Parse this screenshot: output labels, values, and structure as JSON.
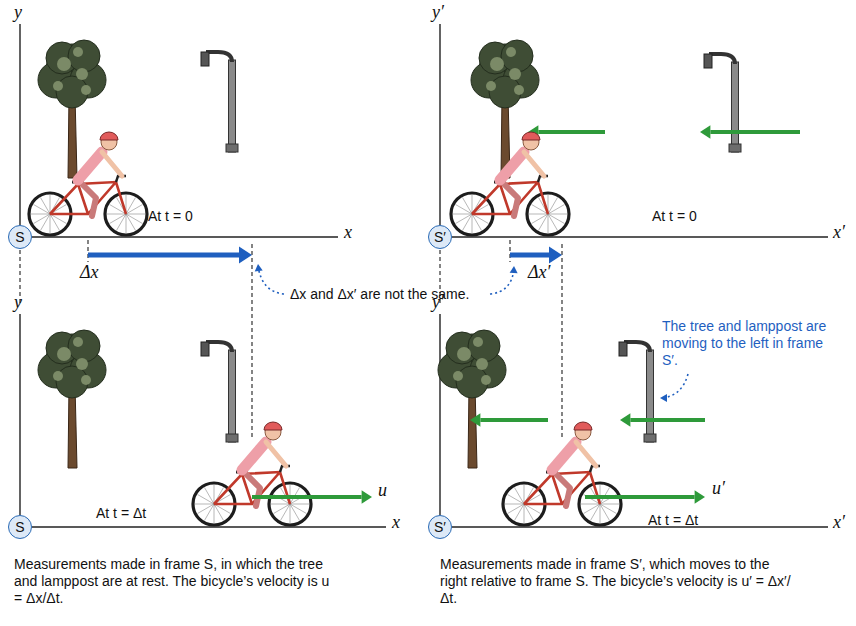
{
  "diagram": {
    "nodes": [
      {
        "text": [
          "S"
        ]
      },
      {
        "text": [
          "S′"
        ]
      },
      {
        "text": [
          "S"
        ]
      },
      {
        "text": [
          "S′"
        ]
      }
    ],
    "labels": [
      "y",
      "x",
      "At t = 0",
      "Δx and Δx′ are not the same.",
      "Δx",
      "y",
      "x",
      "At t = Δt",
      "u",
      "Measurements made in frame S, in which the tree and lamppost are at rest. The bicycle’s velocity is u = Δx/Δt.",
      "y′",
      "x′",
      "At t = 0",
      "Δx′",
      "The tree and lamppost are moving to the left in frame S′.",
      "y′",
      "x′",
      "At t = Δt",
      "u′",
      "Measurements made in frame S′, which moves to the right relative to frame S. The bicycle’s velocity is u′ = Δx′/Δt."
    ]
  }
}
